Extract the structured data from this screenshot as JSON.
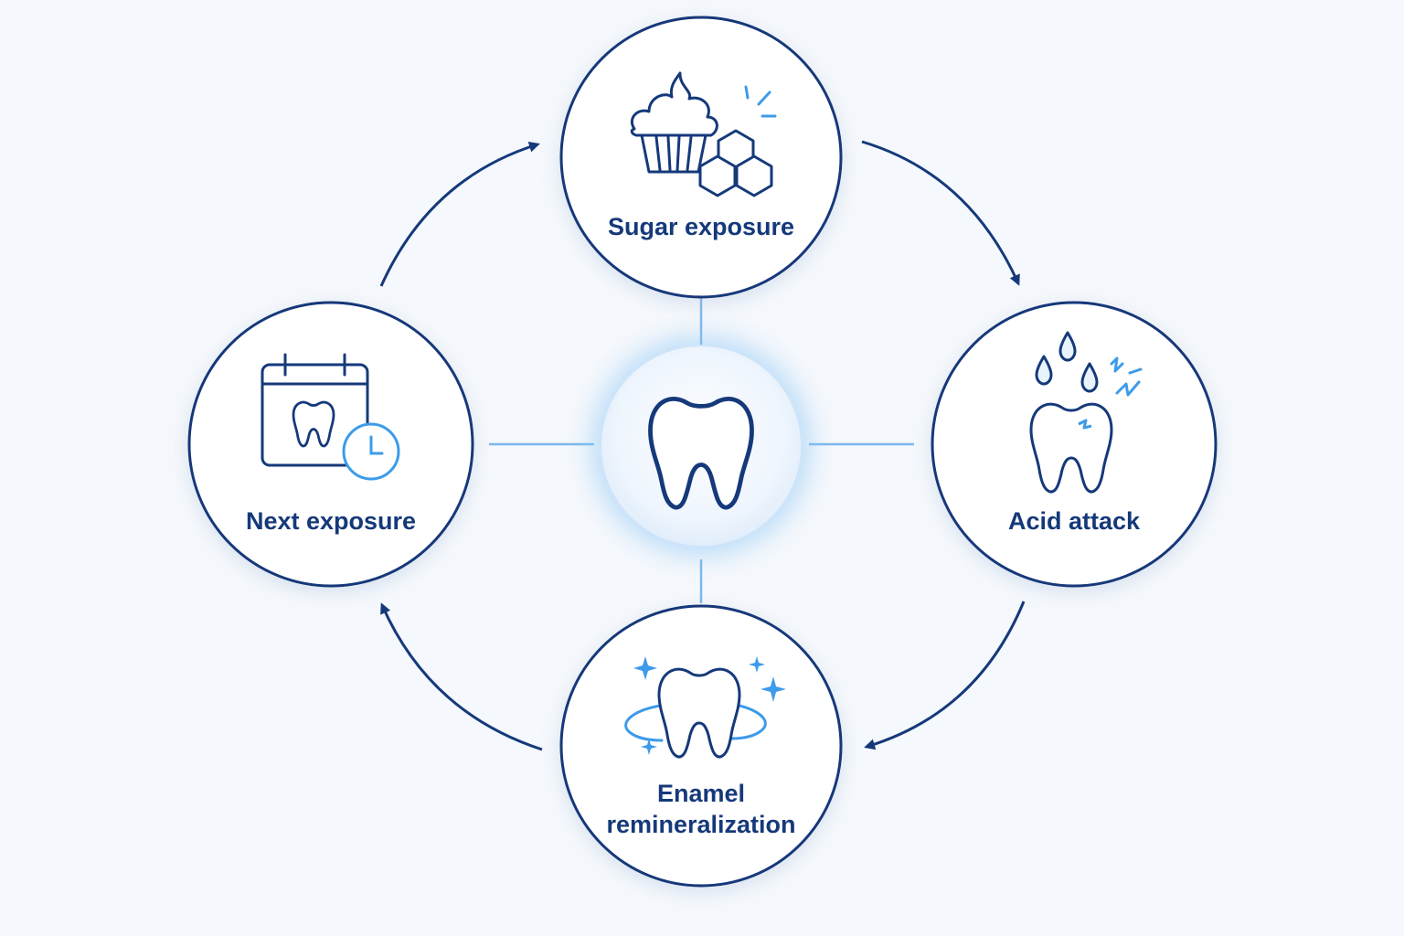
{
  "cycle": {
    "nodes": [
      {
        "id": "sugar",
        "label_lines": [
          "Sugar exposure"
        ],
        "icon": "cupcake-sugar-cubes-icon"
      },
      {
        "id": "acid",
        "label_lines": [
          "Acid attack"
        ],
        "icon": "tooth-acid-drops-icon"
      },
      {
        "id": "remin",
        "label_lines": [
          "Enamel",
          "remineralization"
        ],
        "icon": "sparkling-tooth-icon"
      },
      {
        "id": "next",
        "label_lines": [
          "Next exposure"
        ],
        "icon": "calendar-tooth-clock-icon"
      }
    ],
    "center_icon": "tooth-icon"
  },
  "colors": {
    "navy": "#15397a",
    "accent": "#3d9be9",
    "connector": "#7bb8ec",
    "background": "#f5f8fc",
    "node_fill": "#ffffff"
  }
}
